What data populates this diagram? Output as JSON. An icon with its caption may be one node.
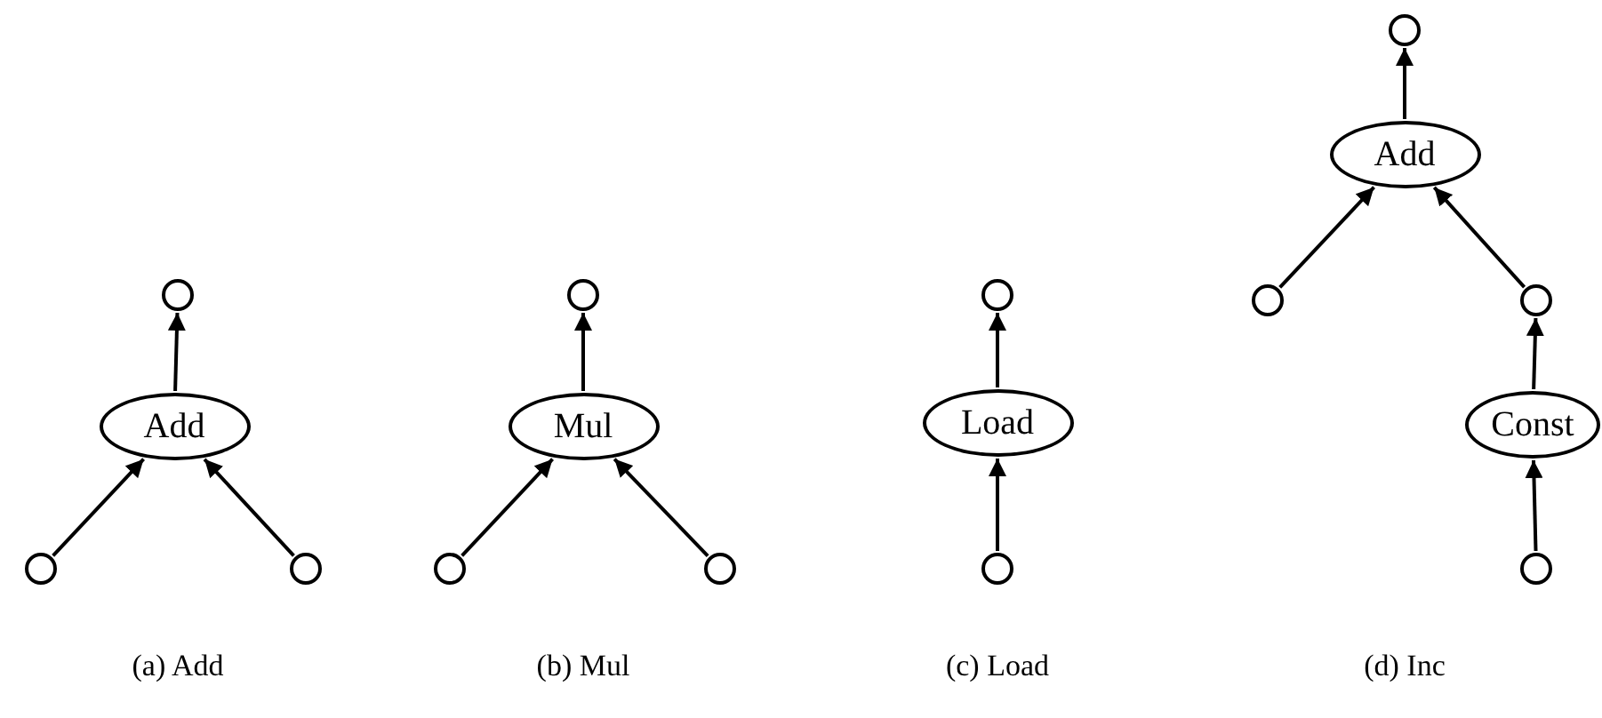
{
  "diagram": {
    "nodes": [
      {
        "text": [],
        "shape": "circle"
      },
      {
        "text": [
          "Add"
        ]
      },
      {
        "text": [],
        "shape": "circle"
      },
      {
        "text": [],
        "shape": "circle"
      },
      {
        "text": [],
        "shape": "circle"
      },
      {
        "text": [
          "Mul"
        ]
      },
      {
        "text": [],
        "shape": "circle"
      },
      {
        "text": [],
        "shape": "circle"
      },
      {
        "text": [],
        "shape": "circle"
      },
      {
        "text": [
          "Load"
        ]
      },
      {
        "text": [],
        "shape": "circle"
      },
      {
        "text": [],
        "shape": "circle"
      },
      {
        "text": [
          "Add"
        ]
      },
      {
        "text": [],
        "shape": "circle"
      },
      {
        "text": [],
        "shape": "circle"
      },
      {
        "text": [
          "Const"
        ]
      },
      {
        "text": [],
        "shape": "circle"
      }
    ],
    "edges": [
      {
        "from": 1,
        "to": 0,
        "arrow": "to"
      },
      {
        "from": 2,
        "to": 1,
        "arrow": "to"
      },
      {
        "from": 3,
        "to": 1,
        "arrow": "to"
      },
      {
        "from": 5,
        "to": 4,
        "arrow": "to"
      },
      {
        "from": 6,
        "to": 5,
        "arrow": "to"
      },
      {
        "from": 7,
        "to": 5,
        "arrow": "to"
      },
      {
        "from": 9,
        "to": 8,
        "arrow": "to"
      },
      {
        "from": 10,
        "to": 9,
        "arrow": "to"
      },
      {
        "from": 12,
        "to": 11,
        "arrow": "to"
      },
      {
        "from": 13,
        "to": 12,
        "arrow": "to"
      },
      {
        "from": 14,
        "to": 12,
        "arrow": "to"
      },
      {
        "from": 15,
        "to": 14,
        "arrow": "to"
      },
      {
        "from": 16,
        "to": 15,
        "arrow": "to"
      }
    ],
    "labels": [
      "(a) Add",
      "(b) Mul",
      "(c) Load",
      "(d) Inc"
    ]
  }
}
